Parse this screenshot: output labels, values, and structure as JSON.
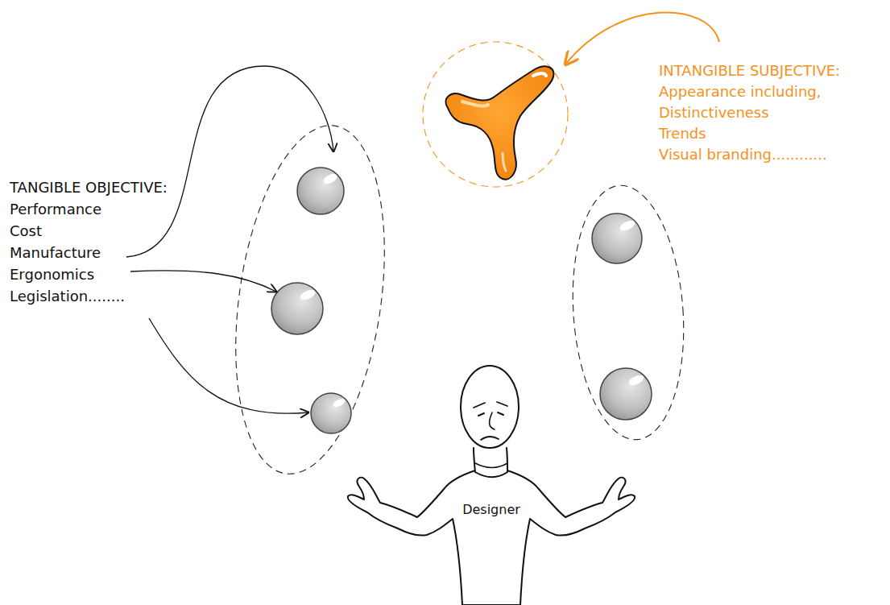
{
  "diagram": {
    "labels": [
      "TANGIBLE OBJECTIVE:",
      "Performance",
      "Cost",
      "Manufacture",
      "Ergonomics",
      "Legislation........",
      "INTANGIBLE SUBJECTIVE:",
      "Appearance including,",
      "Distinctiveness",
      "Trends",
      "Visual branding............",
      "Designer"
    ]
  }
}
